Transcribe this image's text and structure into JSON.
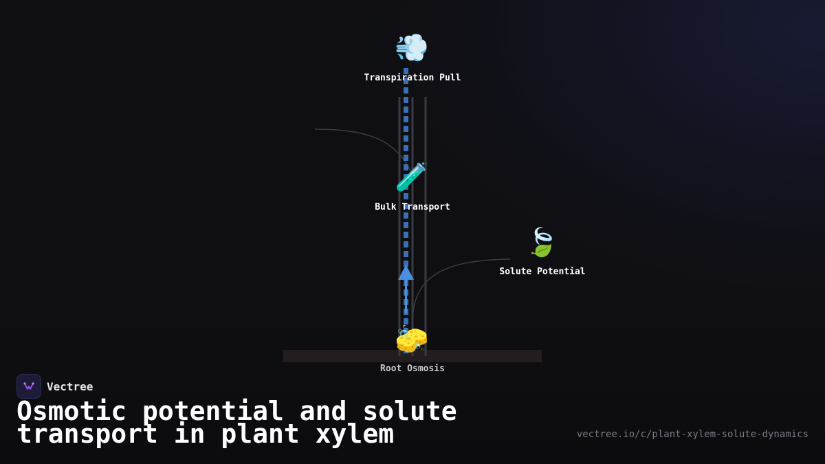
{
  "diagram": {
    "nodes": {
      "transpiration": {
        "icon": "💨",
        "icon_name": "wind-icon",
        "label": "Transpiration Pull"
      },
      "bulk": {
        "icon": "🧪",
        "icon_name": "test-tube-icon",
        "label": "Bulk Transport"
      },
      "solute": {
        "icon": "🍃",
        "icon_name": "leaf-icon",
        "label": "Solute Potential"
      },
      "root": {
        "icon": "🧽",
        "icon_name": "sponge-icon",
        "label": "Root Osmosis"
      }
    },
    "colors": {
      "flow": "#4a90e2",
      "flow_dashed": "#3b6fb5",
      "wall": "#3a3a40",
      "ground": "#231d1f",
      "connector": "#3c3c44"
    }
  },
  "brand": {
    "name": "Vectree",
    "logo_icon": "vectree-logo-icon",
    "accent": "#a855f7"
  },
  "title": "Osmotic potential and solute transport in plant xylem",
  "url": "vectree.io/c/plant-xylem-solute-dynamics"
}
